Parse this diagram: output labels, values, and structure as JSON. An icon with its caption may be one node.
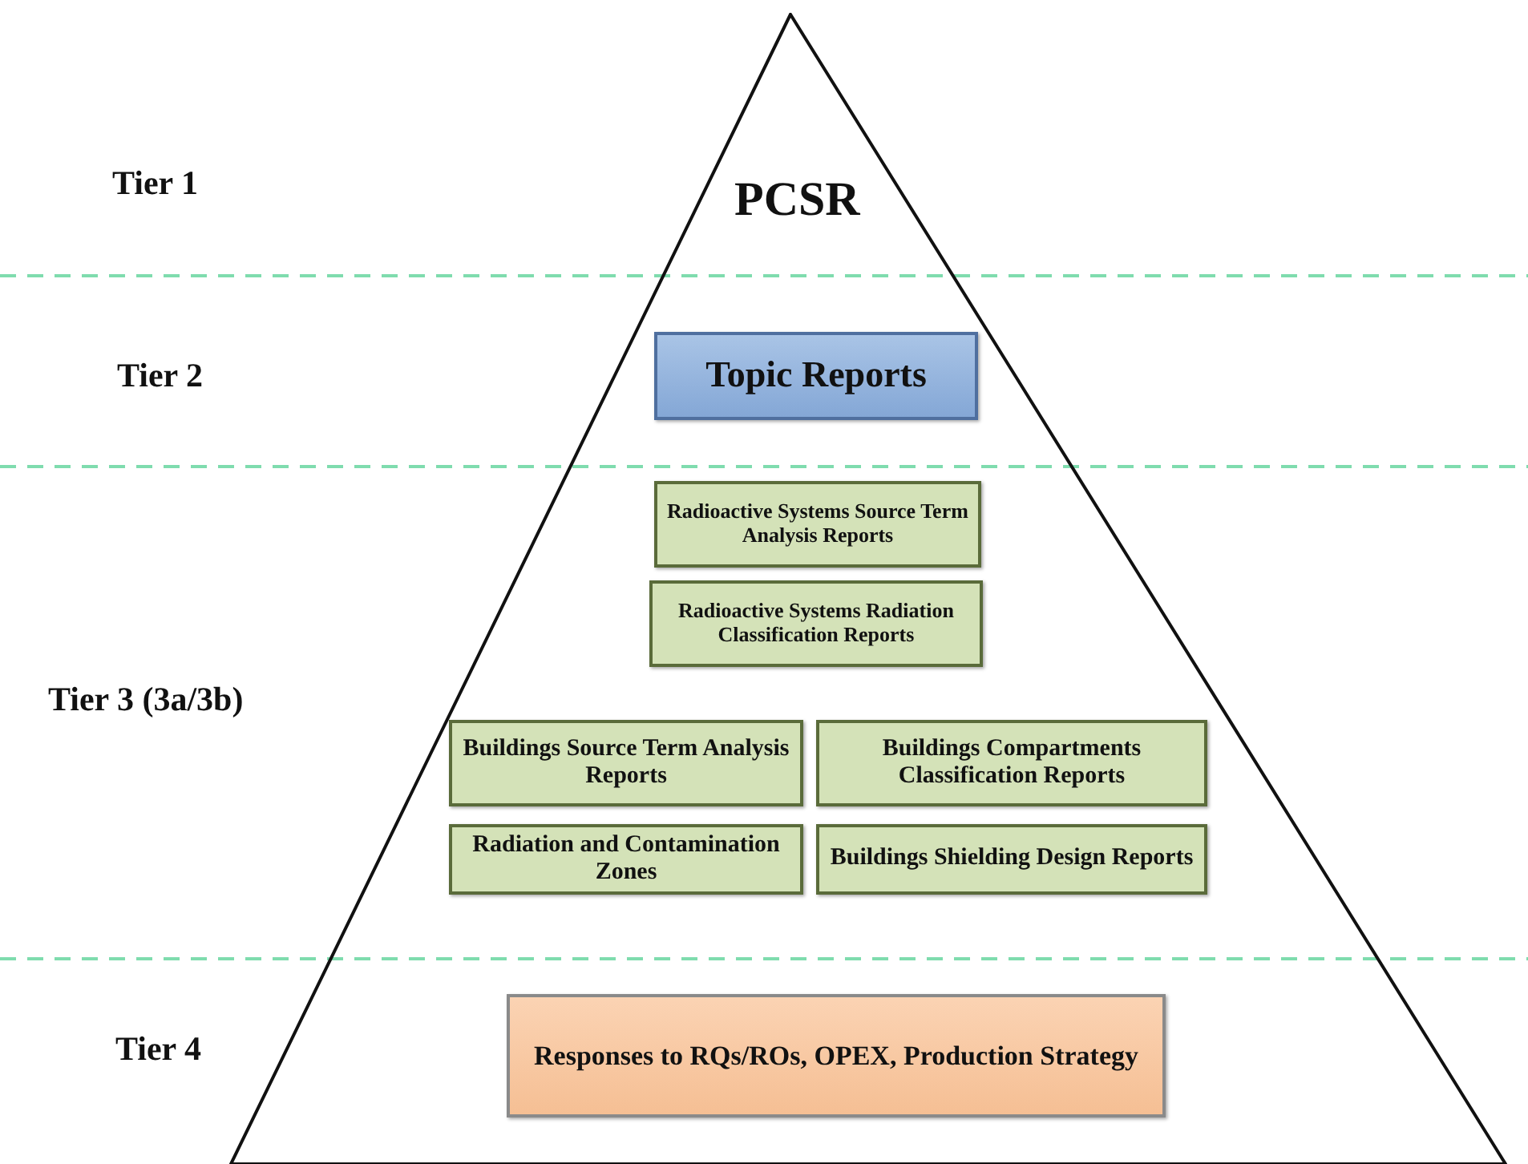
{
  "diagram": {
    "nodes": [
      {
        "text": [
          "PCSR"
        ]
      },
      {
        "text": [
          "Topic Reports"
        ],
        "in": 0
      },
      {
        "text": [
          "Radioactive Systems Source Term Analysis Reports"
        ],
        "in": 0
      },
      {
        "text": [
          "Radioactive Systems Radiation Classification Reports"
        ],
        "in": 0
      },
      {
        "text": [
          "Buildings Source Term Analysis Reports"
        ],
        "in": 0
      },
      {
        "text": [
          "Buildings Compartments Classification Reports"
        ],
        "in": 0
      },
      {
        "text": [
          "Radiation and Contamination Zones"
        ],
        "in": 0
      },
      {
        "text": [
          "Buildings Shielding Design Reports"
        ],
        "in": 0
      },
      {
        "text": [
          "Responses to RQs/ROs, OPEX, Production Strategy"
        ],
        "in": 0
      }
    ],
    "edges": [],
    "labels": [
      "Tier 1",
      "Tier 2",
      "Tier 3 (3a/3b)",
      "Tier 4"
    ]
  }
}
